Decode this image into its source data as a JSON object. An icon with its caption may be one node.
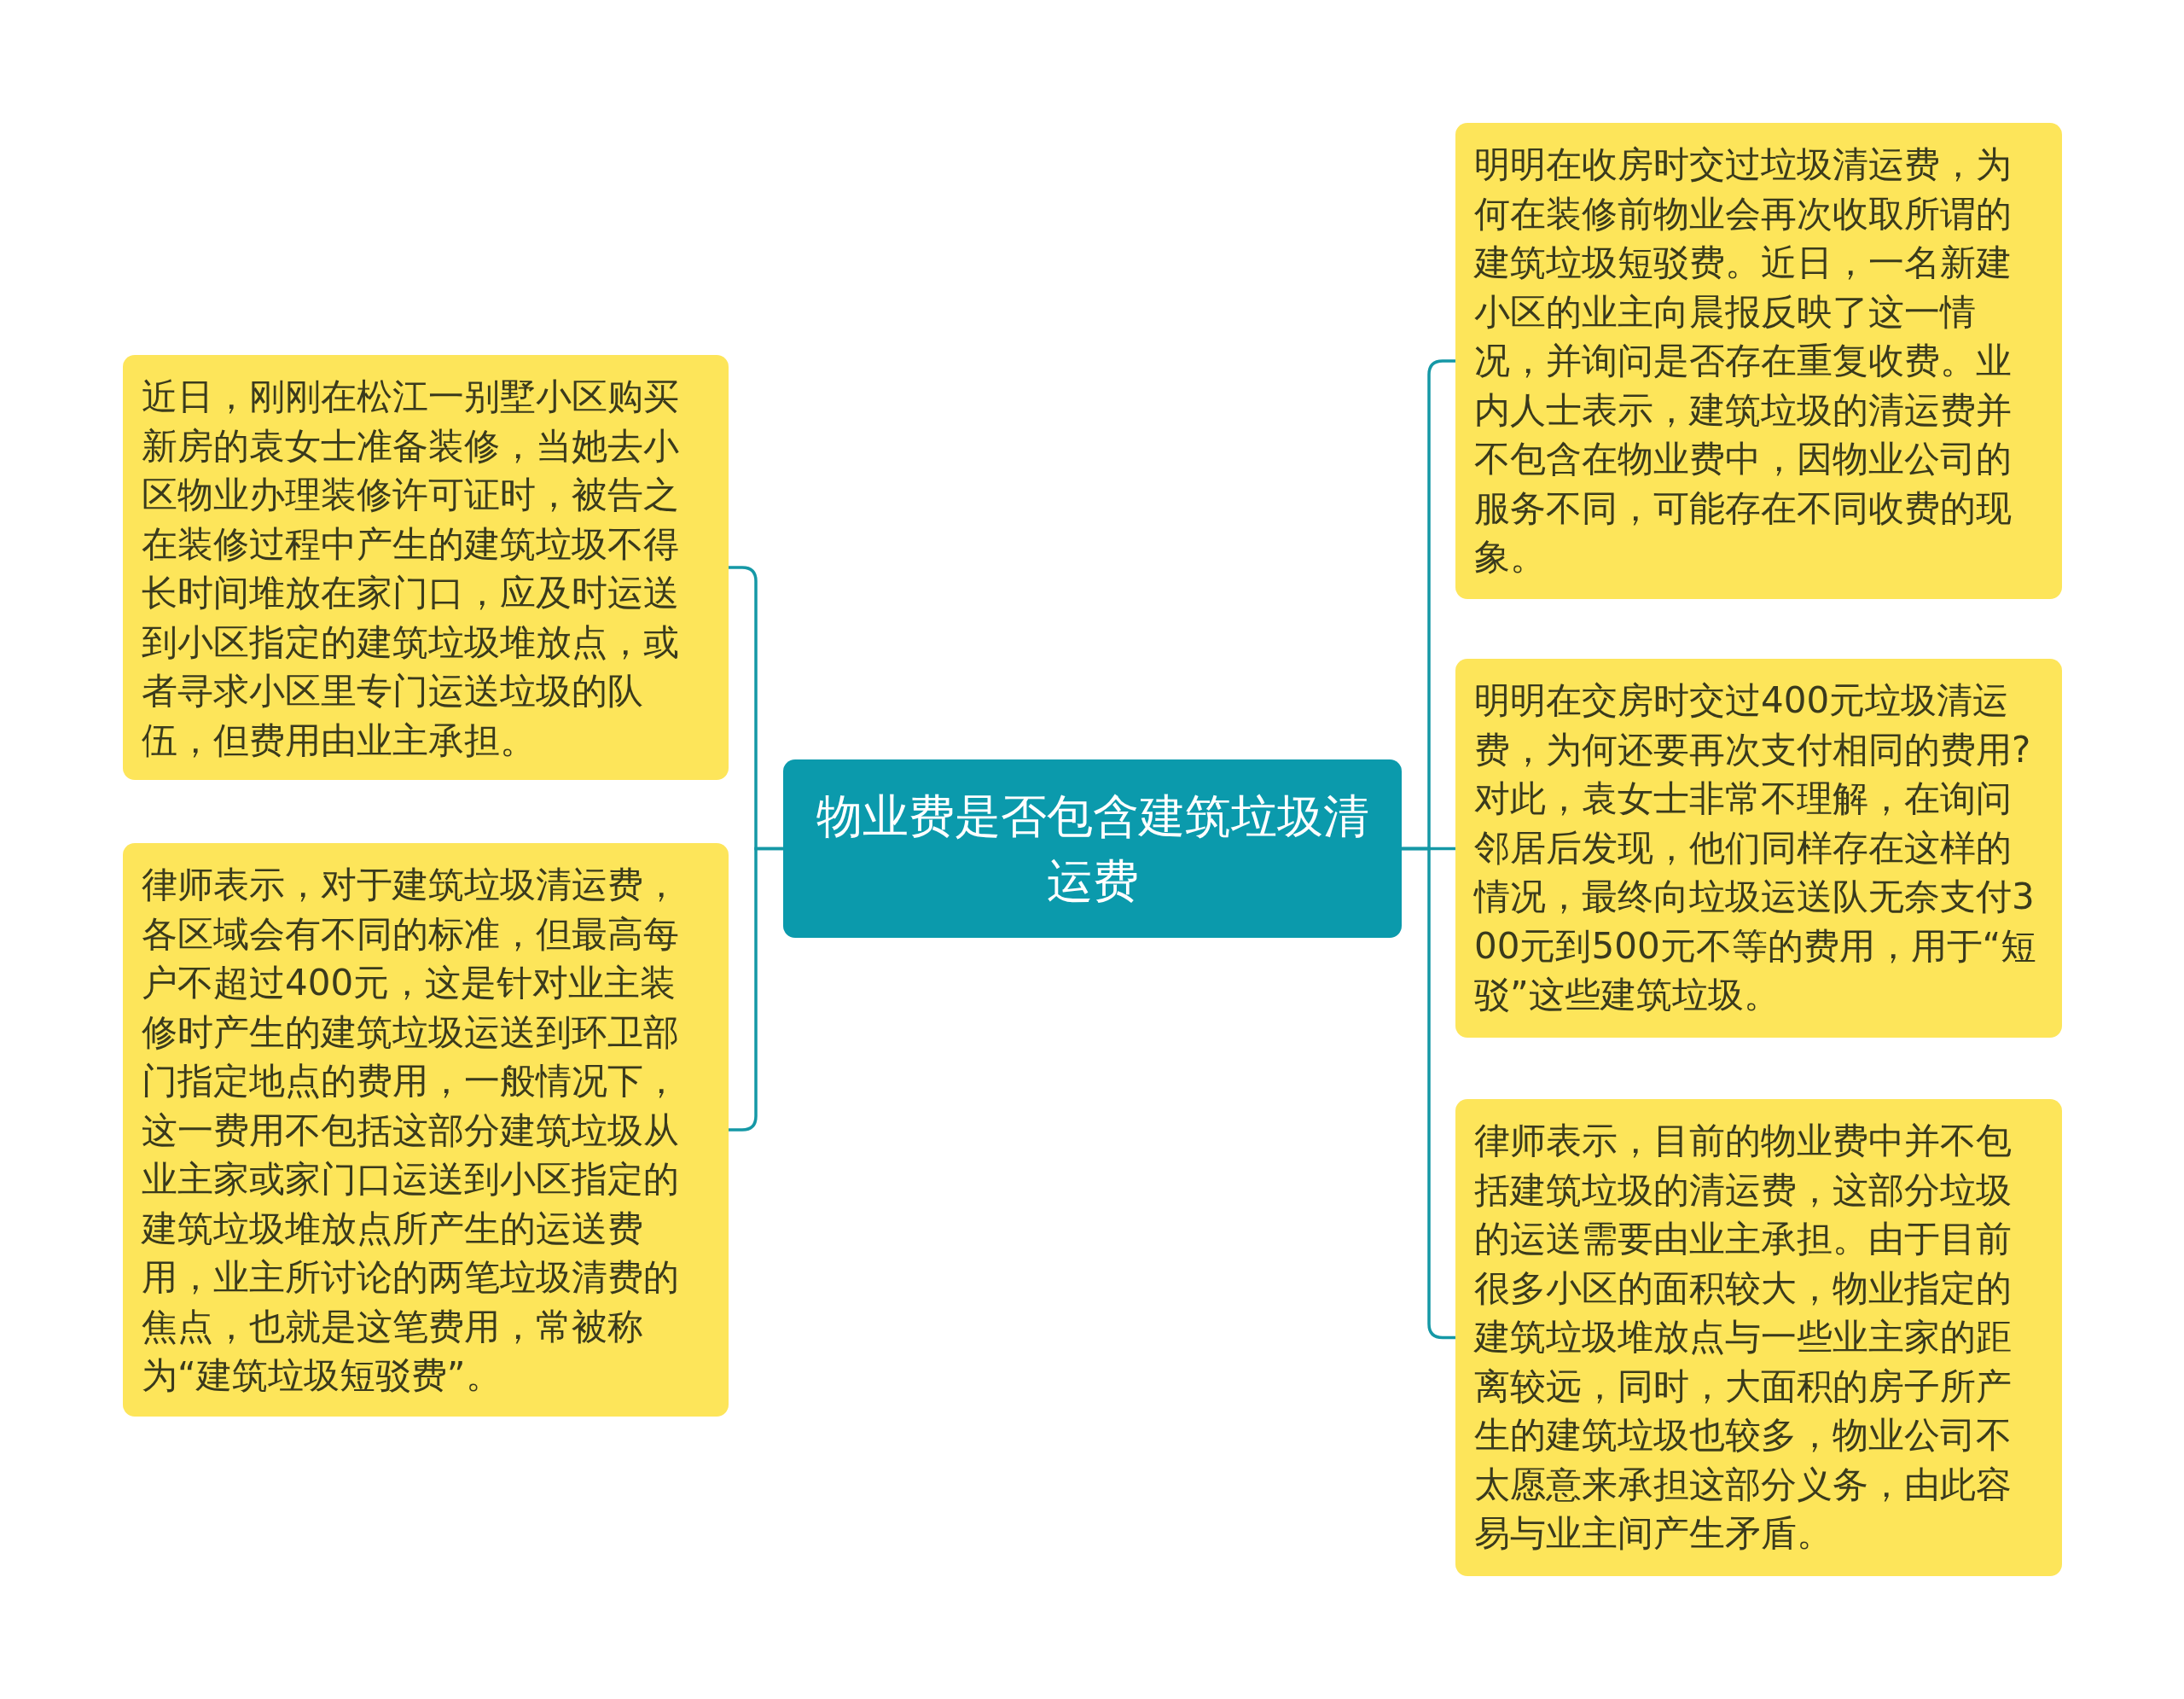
{
  "diagram": {
    "nodes": [
      {
        "text": [
          "物业费是否包含建筑垃圾清运费"
        ]
      },
      {
        "text": [
          "近日，刚刚在松江一别墅小区购买新房的袁女士准备装修，当她去小区物业办理装修许可证时，被告之在装修过程中产生的建筑垃圾不得长时间堆放在家门口，应及时运送到小区指定的建筑垃圾堆放点，或者寻求小区里专门运送垃圾的队伍，但费用由业主承担。"
        ]
      },
      {
        "text": [
          "律师表示，对于建筑垃圾清运费，各区域会有不同的标准，但最高每户不超过400元，这是针对业主装修时产生的建筑垃圾运送到环卫部门指定地点的费用，一般情况下，这一费用不包括这部分建筑垃圾从业主家或家门口运送到小区指定的建筑垃圾堆放点所产生的运送费用，业主所讨论的两笔垃圾清费的焦点，也就是这笔费用，常被称为“建筑垃圾短驳费”。"
        ]
      },
      {
        "text": [
          "明明在收房时交过垃圾清运费，为何在装修前物业会再次收取所谓的建筑垃圾短驳费。近日，一名新建小区的业主向晨报反映了这一情况，并询问是否存在重复收费。业内人士表示，建筑垃圾的清运费并不包含在物业费中，因物业公司的服务不同，可能存在不同收费的现象。"
        ]
      },
      {
        "text": [
          "明明在交房时交过400元垃圾清运费，为何还要再次支付相同的费用?对此，袁女士非常不理解，在询问邻居后发现，他们同样存在这样的情况，最终向垃圾运送队无奈支付300元到500元不等的费用，用于“短驳”这些建筑垃圾。"
        ]
      },
      {
        "text": [
          "律师表示，目前的物业费中并不包括建筑垃圾的清运费，这部分垃圾的运送需要由业主承担。由于目前很多小区的面积较大，物业指定的建筑垃圾堆放点与一些业主家的距离较远，同时，大面积的房子所产生的建筑垃圾也较多，物业公司不太愿意来承担这部分义务，由此容易与业主间产生矛盾。"
        ]
      }
    ],
    "edges": [
      {
        "from": 0,
        "to": 1,
        "arrow": "none"
      },
      {
        "from": 0,
        "to": 2,
        "arrow": "none"
      },
      {
        "from": 0,
        "to": 3,
        "arrow": "none"
      },
      {
        "from": 0,
        "to": 4,
        "arrow": "none"
      },
      {
        "from": 0,
        "to": 5,
        "arrow": "none"
      }
    ]
  }
}
